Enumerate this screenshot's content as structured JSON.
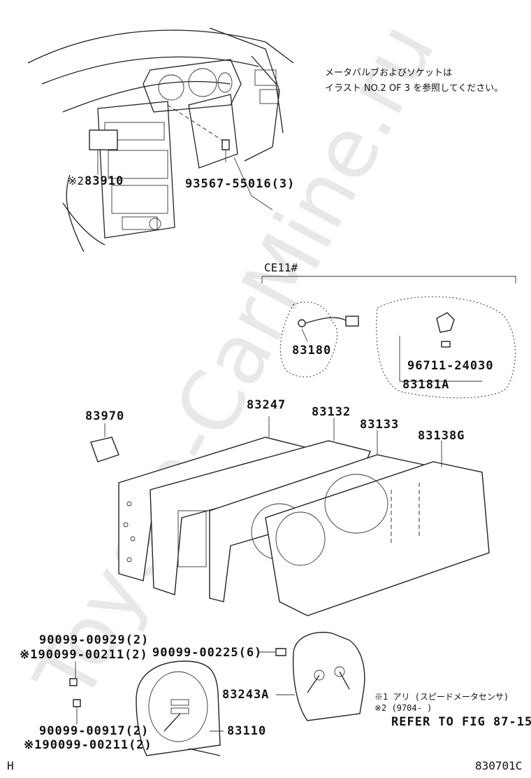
{
  "watermark": "Toyota-CarMine.ru",
  "note": {
    "line1": "メータバルブおよびソケットは",
    "line2": "イラスト NO.2 OF 3 を参照してください。"
  },
  "labels": {
    "p83910_prefix": "※2",
    "p83910": "83910",
    "p93567": "93567-55016(3)",
    "ce11": "CE11#",
    "p83180": "83180",
    "p96711": "96711-24030",
    "p83181a": "83181A",
    "p83970": "83970",
    "p83247": "83247",
    "p83132": "83132",
    "p83133": "83133",
    "p83138g": "83138G",
    "p90099_00929": "90099-00929(2)",
    "p90099_00211_a": "※190099-00211(2)",
    "p90099_00225": "90099-00225(6)",
    "p83243a": "83243A",
    "p90099_00917": "90099-00917(2)",
    "p90099_00211_b": "※190099-00211(2)",
    "p83110": "83110"
  },
  "footnotes": {
    "n1": "※1 アリ (スピードメータセンサ)",
    "n2": "※2 (9704-     )",
    "refer": "REFER TO FIG 87-15"
  },
  "corner": {
    "left": "H",
    "right": "830701C"
  }
}
